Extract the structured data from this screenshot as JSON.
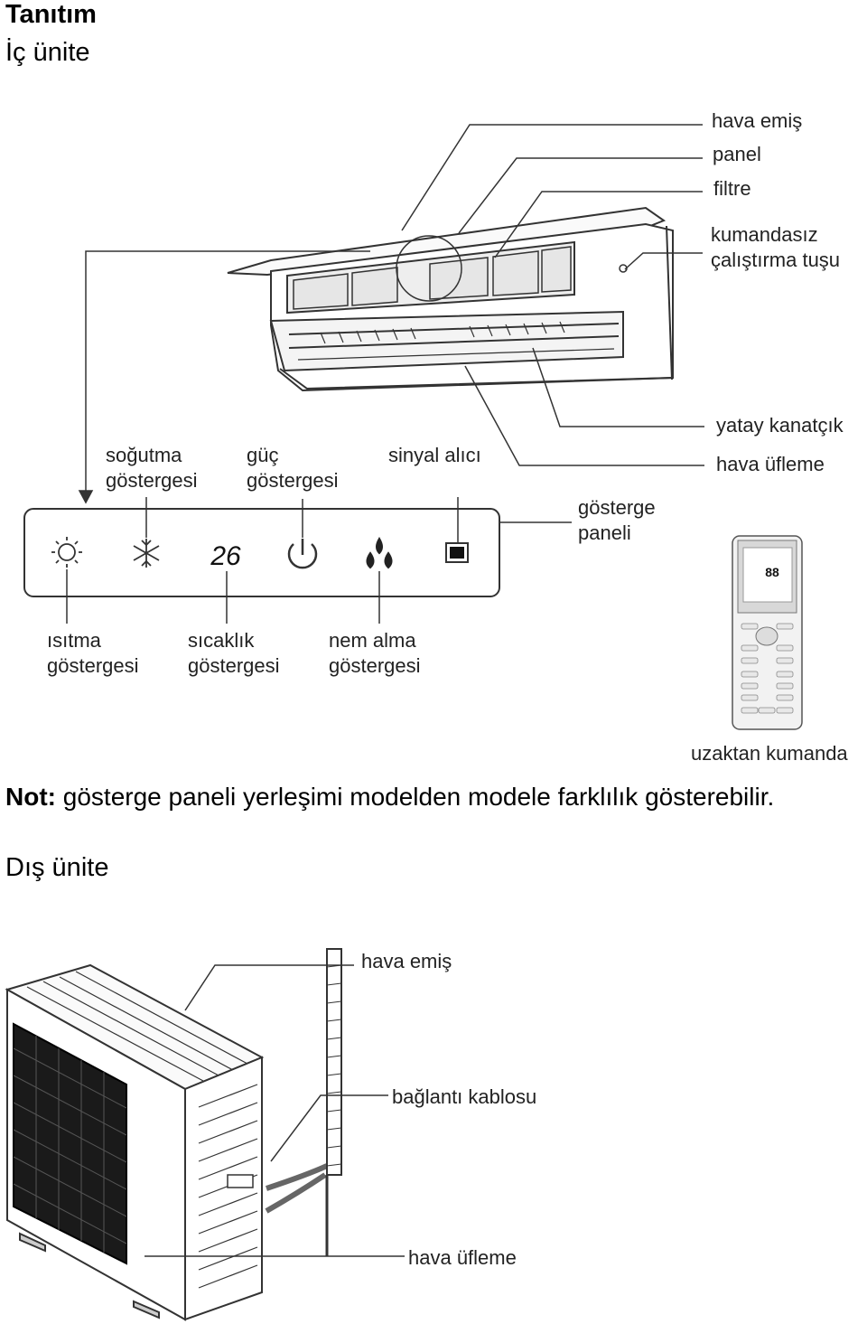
{
  "page": {
    "title": "Tanıtım",
    "indoor_heading": "İç ünite",
    "note_bold": "Not:",
    "note_text": " gösterge paneli yerleşimi modelden modele farklılık gösterebilir.",
    "outdoor_heading": "Dış ünite"
  },
  "indoor_labels": {
    "air_intake": "hava emiş",
    "panel": "panel",
    "filter": "filtre",
    "manual_switch_1": "kumandasız",
    "manual_switch_2": "çalıştırma tuşu",
    "horizontal_louver": "yatay kanatçık",
    "air_outlet": "hava üfleme",
    "display_panel_1": "gösterge",
    "display_panel_2": "paneli",
    "remote": "uzaktan kumanda",
    "cooling_1": "soğutma",
    "cooling_2": "göstergesi",
    "power_1": "güç",
    "power_2": "göstergesi",
    "signal_receiver": "sinyal alıcı",
    "heating_1": "ısıtma",
    "heating_2": "göstergesi",
    "temperature_1": "sıcaklık",
    "temperature_2": "göstergesi",
    "dehumid_1": "nem alma",
    "dehumid_2": "göstergesi",
    "temp_display": "26"
  },
  "outdoor_labels": {
    "air_intake": "hava emiş",
    "connection_cable": "bağlantı kablosu",
    "air_outlet": "hava üfleme"
  },
  "remote_display": "88"
}
